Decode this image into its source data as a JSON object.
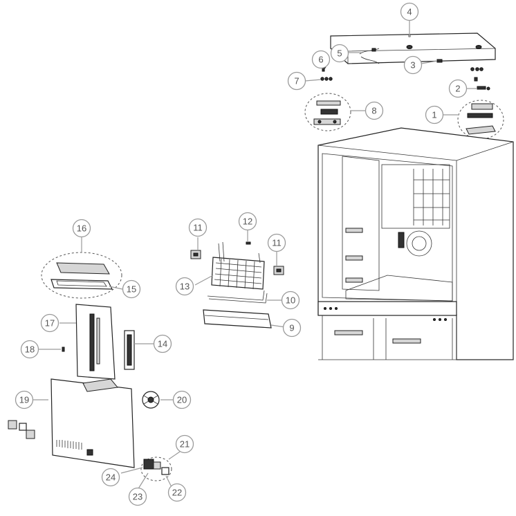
{
  "callouts": [
    {
      "id": "c1",
      "label": "1"
    },
    {
      "id": "c2",
      "label": "2"
    },
    {
      "id": "c3",
      "label": "3"
    },
    {
      "id": "c4",
      "label": "4"
    },
    {
      "id": "c5",
      "label": "5"
    },
    {
      "id": "c6",
      "label": "6"
    },
    {
      "id": "c7",
      "label": "7"
    },
    {
      "id": "c8",
      "label": "8"
    },
    {
      "id": "c9",
      "label": "9"
    },
    {
      "id": "c10",
      "label": "10"
    },
    {
      "id": "c11a",
      "label": "11"
    },
    {
      "id": "c11b",
      "label": "11"
    },
    {
      "id": "c12",
      "label": "12"
    },
    {
      "id": "c13",
      "label": "13"
    },
    {
      "id": "c14",
      "label": "14"
    },
    {
      "id": "c15",
      "label": "15"
    },
    {
      "id": "c16",
      "label": "16"
    },
    {
      "id": "c17",
      "label": "17"
    },
    {
      "id": "c18",
      "label": "18"
    },
    {
      "id": "c19",
      "label": "19"
    },
    {
      "id": "c20",
      "label": "20"
    },
    {
      "id": "c21",
      "label": "21"
    },
    {
      "id": "c22",
      "label": "22"
    },
    {
      "id": "c23",
      "label": "23"
    },
    {
      "id": "c24",
      "label": "24"
    }
  ],
  "colors": {
    "callout_stroke": "#9a9a9a",
    "callout_text": "#555555",
    "line_art": "#222222"
  }
}
